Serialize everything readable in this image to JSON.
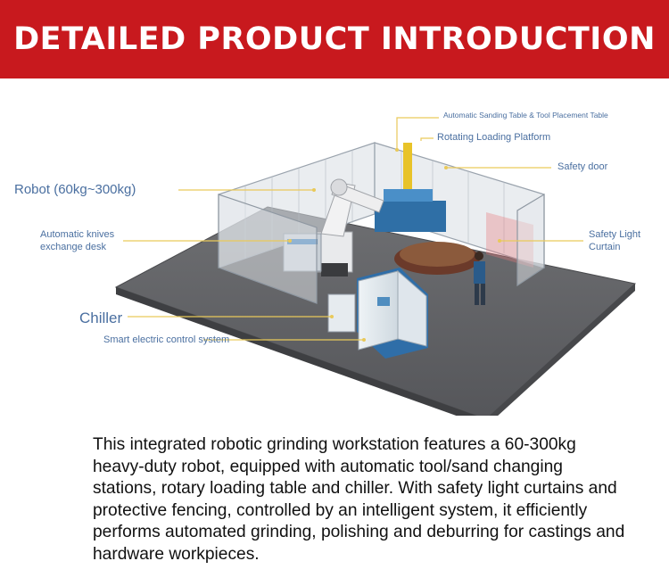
{
  "banner": {
    "title": "DETAILED PRODUCT INTRODUCTION",
    "background": "#c8191e"
  },
  "figure": {
    "callouts": {
      "sanding_table": "Automatic Sanding Table & Tool Placement Table",
      "loading_platform": "Rotating Loading Platform",
      "safety_door": "Safety door",
      "robot": "Robot (60kg~300kg)",
      "light_curtain_1": "Safety Light",
      "light_curtain_2": "Curtain",
      "knives_desk_1": "Automatic knives",
      "knives_desk_2": "exchange desk",
      "chiller": "Chiller",
      "control_system": "Smart electric control system"
    },
    "leader_color": "#e9c95a",
    "label_color": "#4a6fa0"
  },
  "description": {
    "text": " This integrated robotic grinding workstation features a 60-300kg heavy-duty robot, equipped with automatic tool/sand changing stations, rotary loading table and chiller. With safety light curtains and protective fencing, controlled by an intelligent system, it efficiently performs automated grinding, polishing and deburring for castings and hardware workpieces."
  }
}
